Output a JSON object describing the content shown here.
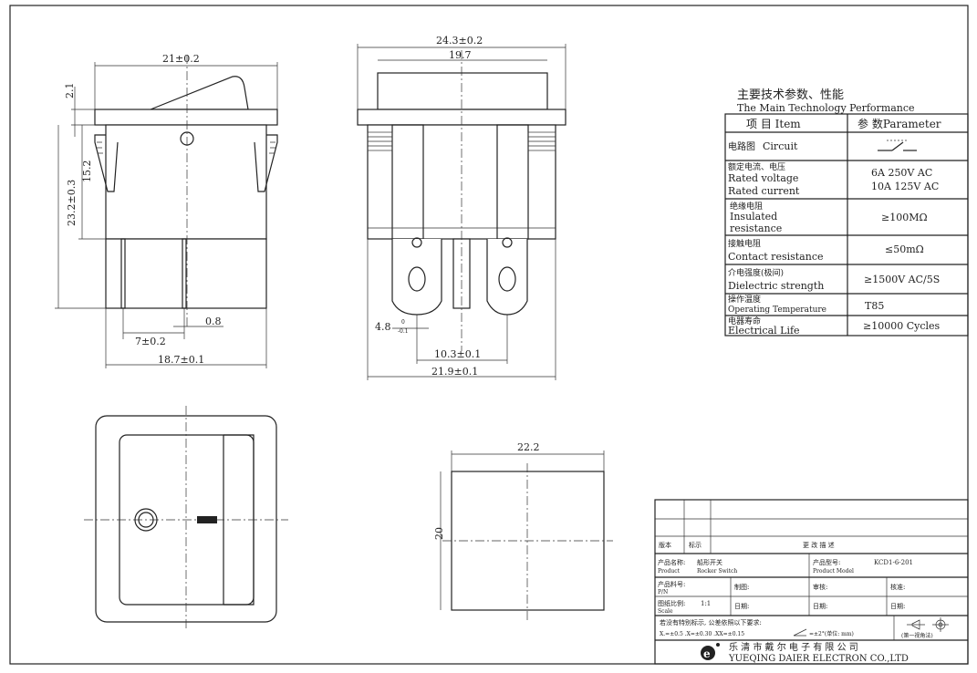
{
  "dimensions": {
    "width_21": "21±0.2",
    "height_2_1": "2.1",
    "height_15_2": "15.2",
    "height_23_2": "23.2±0.3",
    "pitch_7": "7±0.2",
    "pin_0_8": "0.8",
    "width_18_7": "18.7±0.1",
    "width_24_3": "24.3±0.2",
    "width_19_7": "19.7",
    "term_4_8": "4.8",
    "term_tol_upper": "0",
    "term_tol_lower": "-0.1",
    "pitch_10_3": "10.3±0.1",
    "width_21_9": "21.9±0.1",
    "cutout_22_2": "22.2",
    "cutout_20": "20"
  },
  "performance": {
    "title_cn": "主要技术参数、性能",
    "title_en": "The Main Technology Performance",
    "header_item": "项 目 Item",
    "header_param": "参 数Parameter",
    "rows": [
      {
        "cn": "电路图",
        "en": "Circuit",
        "val1": "",
        "val2": ""
      },
      {
        "cn": "额定电流、电压",
        "en": "Rated voltage",
        "en2": "Rated current",
        "val1": "6A 250V AC",
        "val2": "10A 125V AC"
      },
      {
        "cn": "绝缘电阻",
        "en": "Insulated",
        "en2": "resistance",
        "val1": "≥100MΩ",
        "val2": ""
      },
      {
        "cn": "接触电阻",
        "en": "Contact resistance",
        "val1": "≤50mΩ",
        "val2": ""
      },
      {
        "cn": "介电强度(极间)",
        "en": "Dielectric strength",
        "val1": "≥1500V AC/5S",
        "val2": ""
      },
      {
        "cn": "操作温度",
        "en": "Operating Temperature",
        "val1": "T85",
        "val2": ""
      },
      {
        "cn": "电器寿命",
        "en": "Electrical Life",
        "val1": "≥10000  Cycles",
        "val2": ""
      }
    ]
  },
  "title_block": {
    "version_label": "版本",
    "mark_label": "标示",
    "change_desc": "更  改  描  述",
    "product_name_label": "产品名称:",
    "product_name_cn": "船形开关",
    "product_label_en": "Product",
    "product_name_en": "Rocker Switch",
    "model_label": "产品型号:",
    "model_value": "KCD1-6-201",
    "model_label_en": "Product Model",
    "pn_label": "产品料号:",
    "pn_label_en": "P/N",
    "drawn_label": "制图:",
    "review_label": "审核:",
    "approve_label": "核准:",
    "scale_label": "图纸比例:",
    "scale_value": "1:1",
    "scale_label_en": "Scale",
    "date1": "日期:",
    "date2": "日期:",
    "date3": "日期:",
    "tolerance_note": "若没有特别标示, 公差依照以下要求:",
    "tolerance_values": "X.=±0.5  .X=±0.30  .XX=±0.15",
    "angle_tol": "=±2°(单位: mm)",
    "projection": "(第一视角法)",
    "company_cn": "乐  清  市  戴  尔  电  子  有  限  公  司",
    "company_en": "YUEQING DAIER ELECTRON CO.,LTD"
  }
}
